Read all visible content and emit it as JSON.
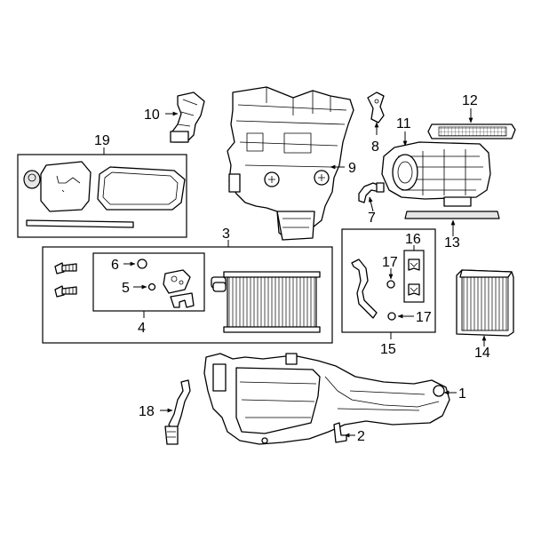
{
  "callouts": {
    "c1": "1",
    "c2": "2",
    "c3": "3",
    "c4": "4",
    "c5": "5",
    "c6": "6",
    "c7": "7",
    "c8": "8",
    "c9": "9",
    "c10": "10",
    "c11": "11",
    "c12": "12",
    "c13": "13",
    "c14": "14",
    "c15": "15",
    "c16": "16",
    "c17a": "17",
    "c17b": "17",
    "c18": "18",
    "c19": "19"
  }
}
